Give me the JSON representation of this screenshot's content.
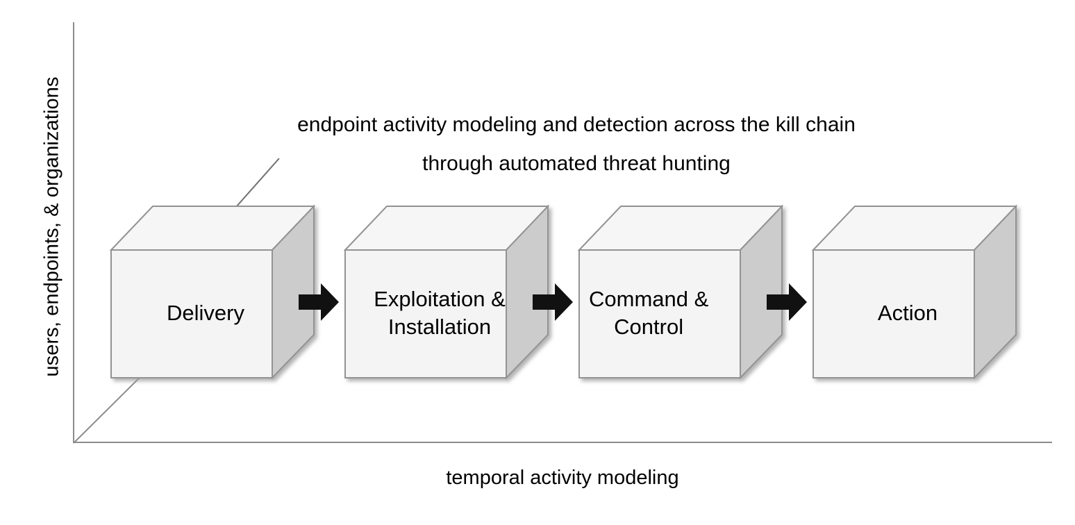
{
  "diagram": {
    "title_lines": [
      "endpoint activity modeling and detection across the kill chain",
      "through automated threat hunting"
    ],
    "y_axis_label": "users, endpoints, & organizations",
    "x_axis_label": "temporal activity modeling",
    "stages": [
      {
        "label_line1": "Delivery",
        "label_line2": "",
        "align": "center"
      },
      {
        "label_line1": "Exploitation &",
        "label_line2": "Installation",
        "align": "center"
      },
      {
        "label_line1": "Command &",
        "label_line2": "Control",
        "align": "left"
      },
      {
        "label_line1": "Action",
        "label_line2": "",
        "align": "center"
      }
    ],
    "arrows": [
      {
        "name": "arrow-delivery-to-exploitation"
      },
      {
        "name": "arrow-exploitation-to-command"
      },
      {
        "name": "arrow-command-to-action"
      }
    ],
    "colors": {
      "axis": "#8c8c8c",
      "cube_front": "#f4f4f4",
      "cube_top": "#f6f6f6",
      "cube_side": "#cccccc",
      "cube_stroke": "#939393",
      "arrow": "#111111",
      "text": "#000000",
      "background": "#ffffff"
    }
  }
}
